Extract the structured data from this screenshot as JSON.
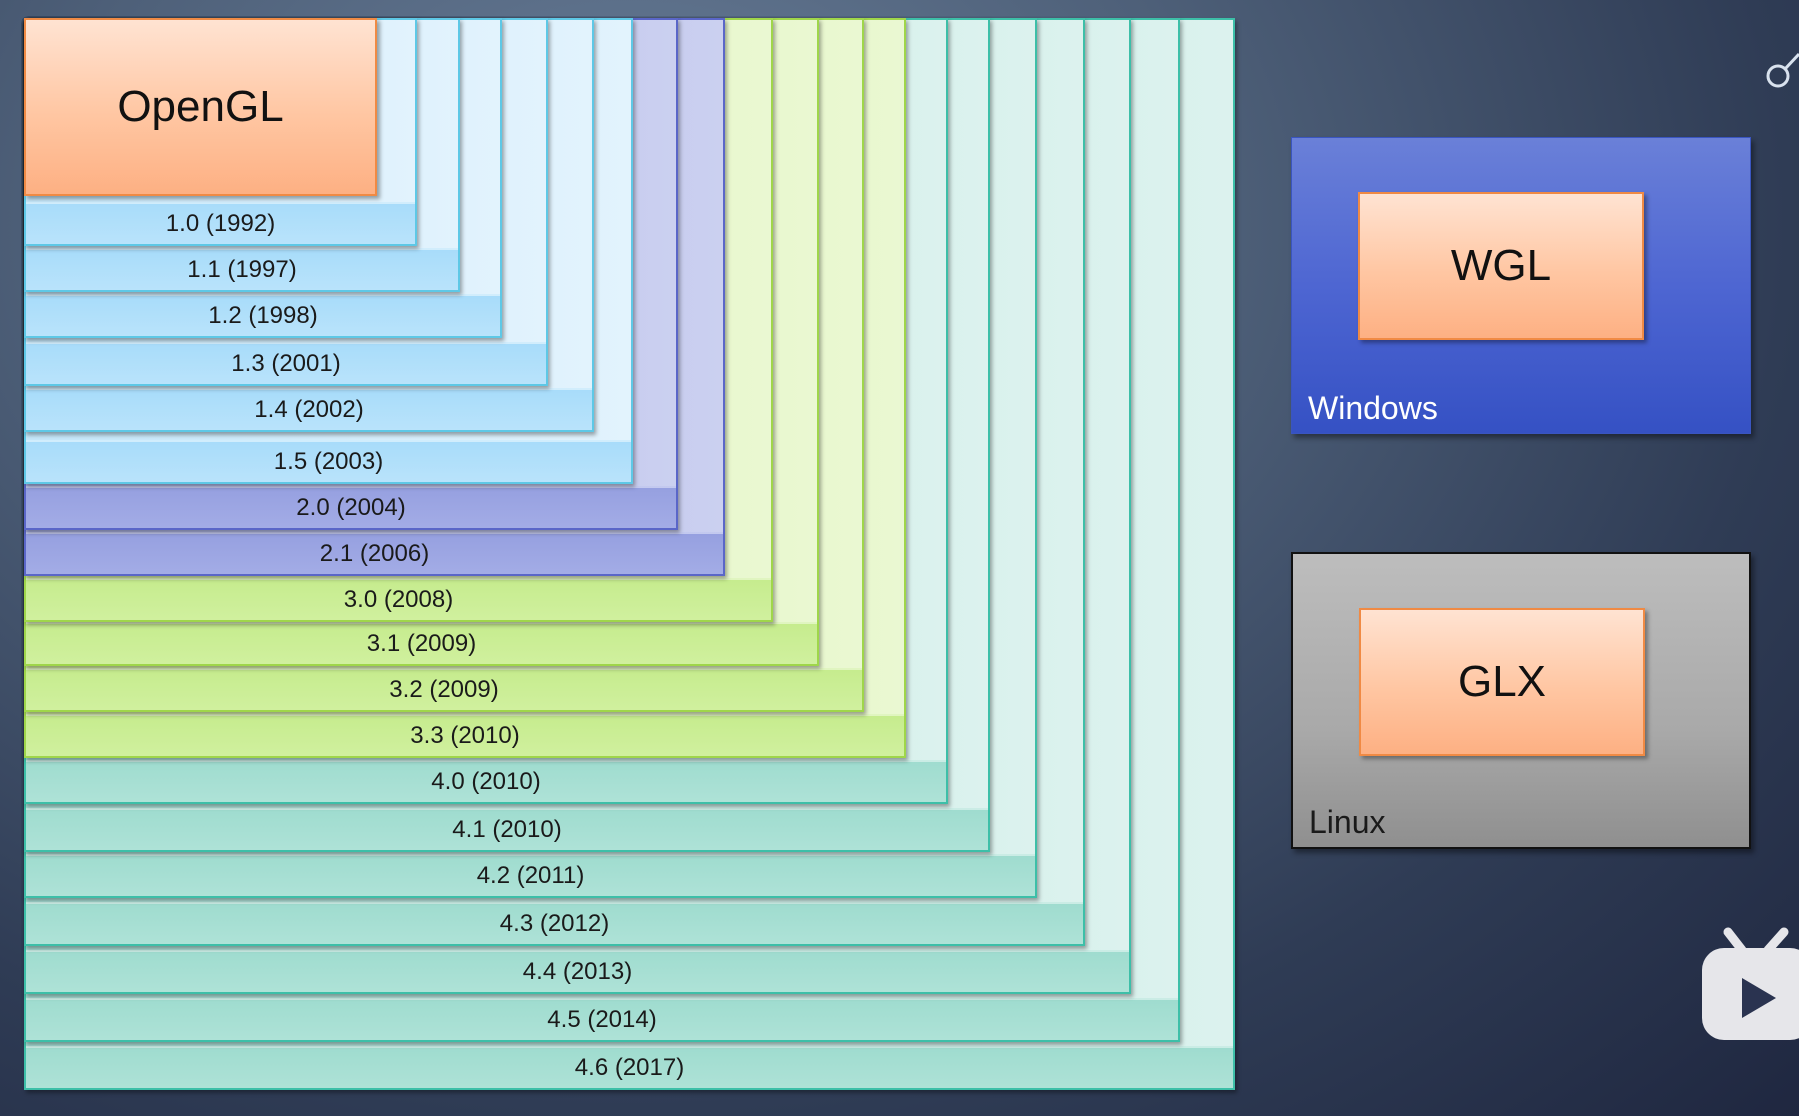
{
  "diagram": {
    "core_label": "OpenGL",
    "versions": [
      {
        "label": "1.0 (1992)",
        "family": 1
      },
      {
        "label": "1.1 (1997)",
        "family": 1
      },
      {
        "label": "1.2 (1998)",
        "family": 1
      },
      {
        "label": "1.3 (2001)",
        "family": 1
      },
      {
        "label": "1.4 (2002)",
        "family": 1
      },
      {
        "label": "1.5 (2003)",
        "family": 1
      },
      {
        "label": "2.0 (2004)",
        "family": 2
      },
      {
        "label": "2.1 (2006)",
        "family": 2
      },
      {
        "label": "3.0 (2008)",
        "family": 3
      },
      {
        "label": "3.1 (2009)",
        "family": 3
      },
      {
        "label": "3.2 (2009)",
        "family": 3
      },
      {
        "label": "3.3 (2010)",
        "family": 3
      },
      {
        "label": "4.0 (2010)",
        "family": 4
      },
      {
        "label": "4.1 (2010)",
        "family": 4
      },
      {
        "label": "4.2 (2011)",
        "family": 4
      },
      {
        "label": "4.3 (2012)",
        "family": 4
      },
      {
        "label": "4.4 (2013)",
        "family": 4
      },
      {
        "label": "4.5 (2014)",
        "family": 4
      },
      {
        "label": "4.6 (2017)",
        "family": 4
      }
    ]
  },
  "platforms": {
    "windows": {
      "label": "Windows",
      "api": "WGL"
    },
    "linux": {
      "label": "Linux",
      "api": "GLX"
    }
  },
  "icons": {
    "logo": "tv-play-logo-icon",
    "corner": "circle-line-icon"
  }
}
